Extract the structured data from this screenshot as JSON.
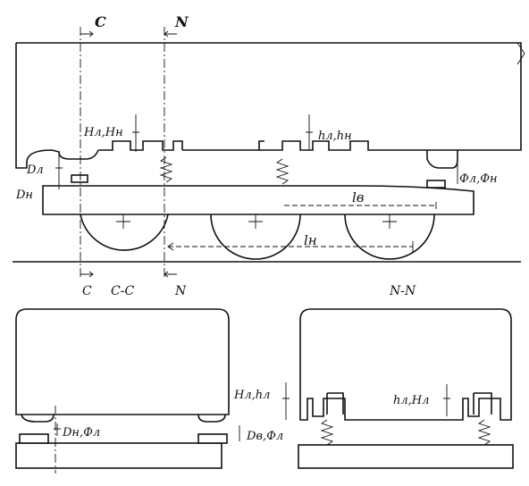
{
  "elevation": {
    "section_c": "C",
    "section_n": "N",
    "label_top_left_gap": "Hл,Hн",
    "label_top_mid_gap": "hл,hн",
    "label_left_gap": "Dл",
    "label_left_gap_lower": "Dн",
    "label_right_gap": "Фл,Фн",
    "dim_l_b": "lв",
    "dim_l_n": "lн",
    "section_c_bottom": "C",
    "section_c_title": "C-C",
    "section_n_bottom": "N"
  },
  "section_cc": {
    "label_left": "Dн,Фл",
    "label_right": "Dв,Фл"
  },
  "section_nn": {
    "title": "N-N",
    "label_left": "Hл,hл",
    "label_right": "hл,Hл"
  }
}
